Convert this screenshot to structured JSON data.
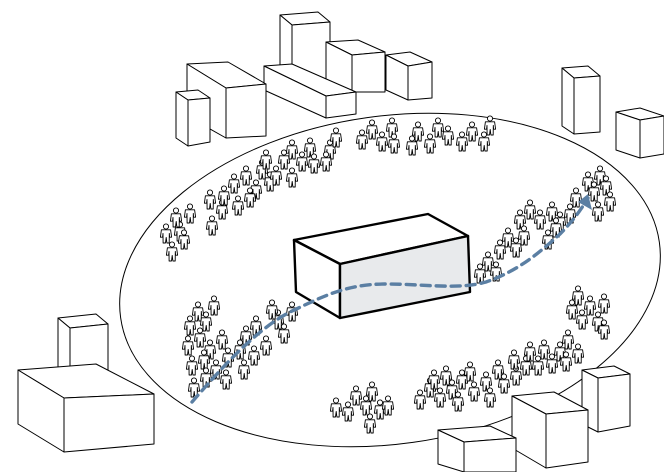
{
  "scene": {
    "background_color": "#ffffff",
    "line_color": "#000000",
    "central_box_side_color": "#e8eaec",
    "path_color": "#5b7fa3",
    "elements": [
      "crowd-arena",
      "central-box",
      "movement-path",
      "surrounding-buildings",
      "people-figures"
    ]
  }
}
